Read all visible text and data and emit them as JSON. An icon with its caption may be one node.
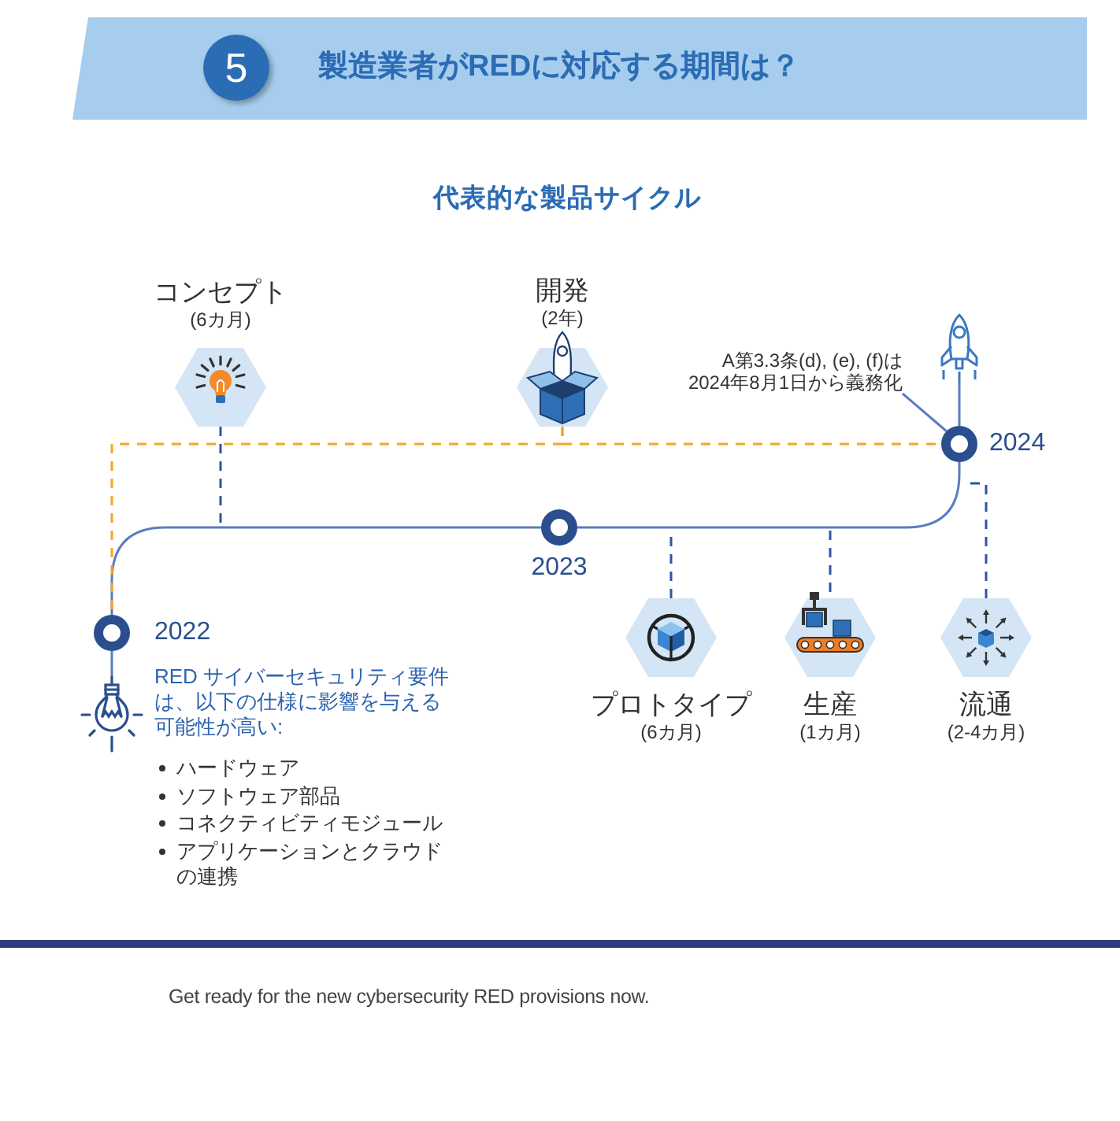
{
  "diagram": {
    "title": "製造業者がREDに対応する期間は？",
    "nodes": [
      {
        "text": [
          "5"
        ]
      },
      {
        "text": [
          "コンセプト",
          "(6カ月)"
        ]
      },
      {
        "text": [
          "開発",
          "(2年)"
        ]
      },
      {
        "text": [
          "A第3.3条(d), (e), (f)は 2024年8月1日から義務化"
        ]
      },
      {
        "text": [],
        "shape": "picture"
      },
      {
        "text": [],
        "shape": "circle",
        "beside": [
          "2024"
        ]
      },
      {
        "text": [],
        "shape": "circle",
        "beside": [
          "2023"
        ]
      },
      {
        "text": [],
        "shape": "circle",
        "beside": [
          "2022"
        ]
      },
      {
        "text": [
          "プロトタイプ",
          "(6カ月)"
        ]
      },
      {
        "text": [
          "生産",
          "(1カ月)"
        ]
      },
      {
        "text": [
          "流通",
          "(2-4カ月)"
        ]
      },
      {
        "text": [],
        "shape": "picture"
      }
    ],
    "edges": [
      {
        "from": 7,
        "to": 6,
        "arrow": "none"
      },
      {
        "from": 6,
        "to": 5,
        "arrow": "none"
      },
      {
        "from": 2,
        "to": 7,
        "arrow": "none",
        "style": "dashed",
        "color": "#f5a623"
      },
      {
        "from": 2,
        "to": 5,
        "arrow": "none",
        "style": "dashed",
        "color": "#f5a623"
      },
      {
        "from": 1,
        "to": null,
        "arrow": "none",
        "style": "dashed"
      },
      {
        "from": 8,
        "to": null,
        "arrow": "none",
        "style": "dashed"
      },
      {
        "from": 9,
        "to": null,
        "arrow": "none",
        "style": "dashed"
      },
      {
        "from": 10,
        "to": null,
        "arrow": "none",
        "style": "dashed"
      },
      {
        "from": 5,
        "to": 4,
        "arrow": "none"
      },
      {
        "from": 7,
        "to": 11,
        "arrow": "none"
      },
      {
        "from": 3,
        "to": 5,
        "arrow": "none"
      }
    ],
    "labels": [
      "代表的な製品サイクル",
      "RED サイバーセキュリティ要件は、以下の仕様に影響を与える可能性が高い:",
      "ハードウェア",
      "ソフトウェア部品",
      "コネクティビティモジュール",
      "アプリケーションとクラウドの連携",
      "Get ready for the new cybersecurity RED provisions now."
    ]
  }
}
